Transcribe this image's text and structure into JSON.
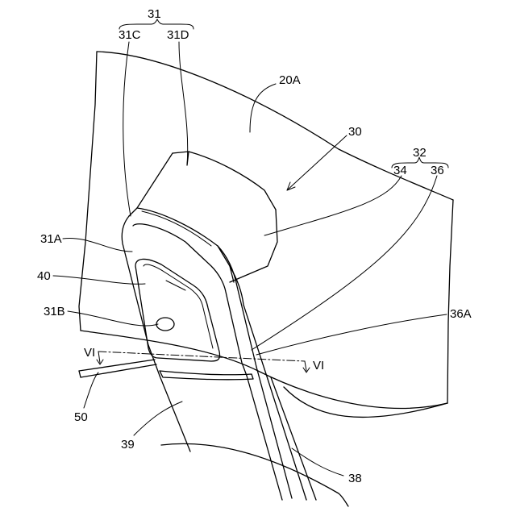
{
  "labels": {
    "l31": "31",
    "l31C": "31C",
    "l31D": "31D",
    "l20A": "20A",
    "l30": "30",
    "l32": "32",
    "l34": "34",
    "l36": "36",
    "l31A": "31A",
    "l40": "40",
    "l31B": "31B",
    "l36A": "36A",
    "lVI_left": "VI",
    "lVI_right": "VI",
    "l50": "50",
    "l39": "39",
    "l38": "38"
  }
}
